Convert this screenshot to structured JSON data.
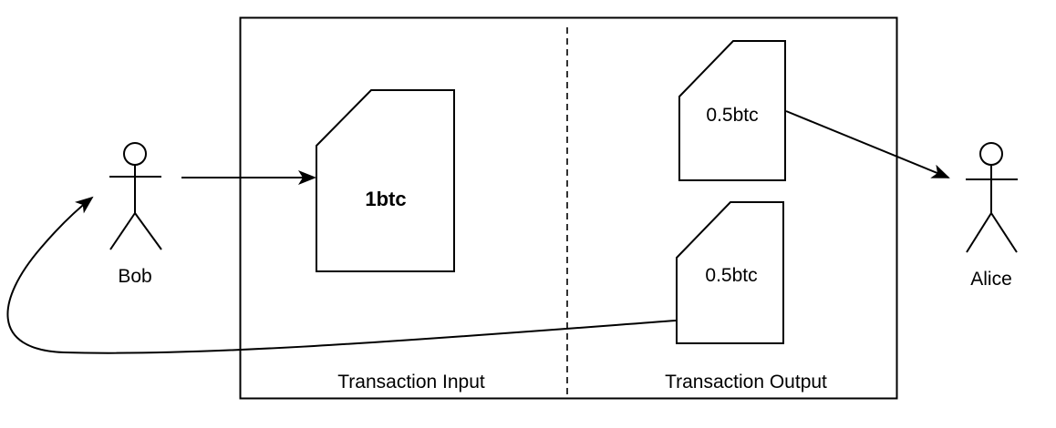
{
  "diagram": {
    "transaction": {
      "input_label": "Transaction Input",
      "output_label": "Transaction Output"
    },
    "input_doc": {
      "label": "1btc"
    },
    "output_docs": [
      {
        "label": "0.5btc",
        "recipient": "Alice"
      },
      {
        "label": "0.5btc",
        "recipient": "Bob"
      }
    ],
    "actors": {
      "sender": "Bob",
      "receiver": "Alice"
    }
  }
}
